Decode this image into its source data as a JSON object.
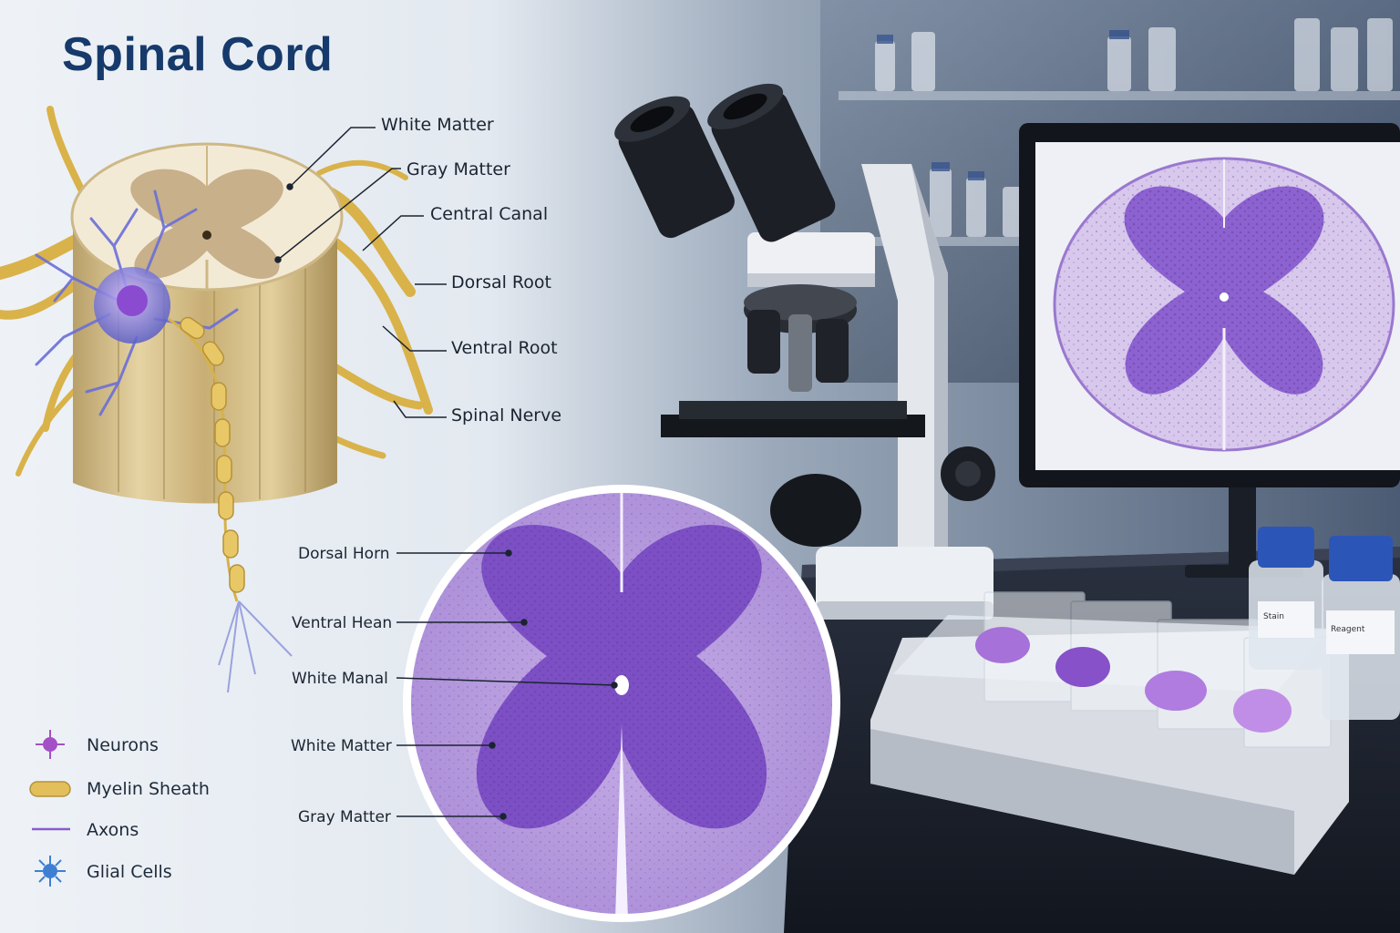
{
  "title": "Spinal Cord",
  "cord_labels": {
    "white_matter": "White Matter",
    "gray_matter": "Gray Matter",
    "central_canal": "Central Canal",
    "dorsal_root": "Dorsal Root",
    "ventral_root": "Ventral Root",
    "spinal_nerve": "Spinal Nerve"
  },
  "section_labels": {
    "dorsal_horn": "Dorsal Horn",
    "ventral_horn": "Ventral Hean",
    "central": "White Manal",
    "white_matter": "White Matter",
    "gray_matter": "Gray Matter"
  },
  "legend": [
    {
      "label": "Neurons",
      "icon": "neuron-icon"
    },
    {
      "label": "Myelin Sheath",
      "icon": "myelin-icon"
    },
    {
      "label": "Axons",
      "icon": "axon-icon"
    },
    {
      "label": "Glial Cells",
      "icon": "glial-icon"
    }
  ],
  "bottle_labels": [
    "Stain",
    "Reagent"
  ],
  "colors": {
    "title": "#163a6b",
    "stain_purple": "#8a5cc8",
    "nerve_gold": "#d9b24a",
    "bottle_cap": "#2c55b8"
  }
}
